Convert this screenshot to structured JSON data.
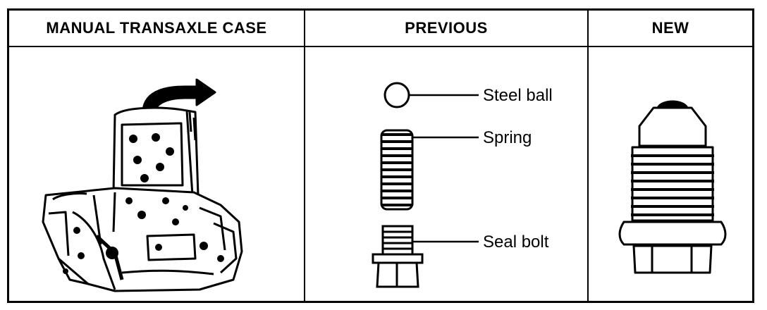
{
  "headers": {
    "col1": "MANUAL TRANSAXLE CASE",
    "col2": "PREVIOUS",
    "col3": "NEW"
  },
  "previous": {
    "labels": {
      "steel_ball": "Steel ball",
      "spring": "Spring",
      "seal_bolt": "Seal bolt"
    }
  }
}
